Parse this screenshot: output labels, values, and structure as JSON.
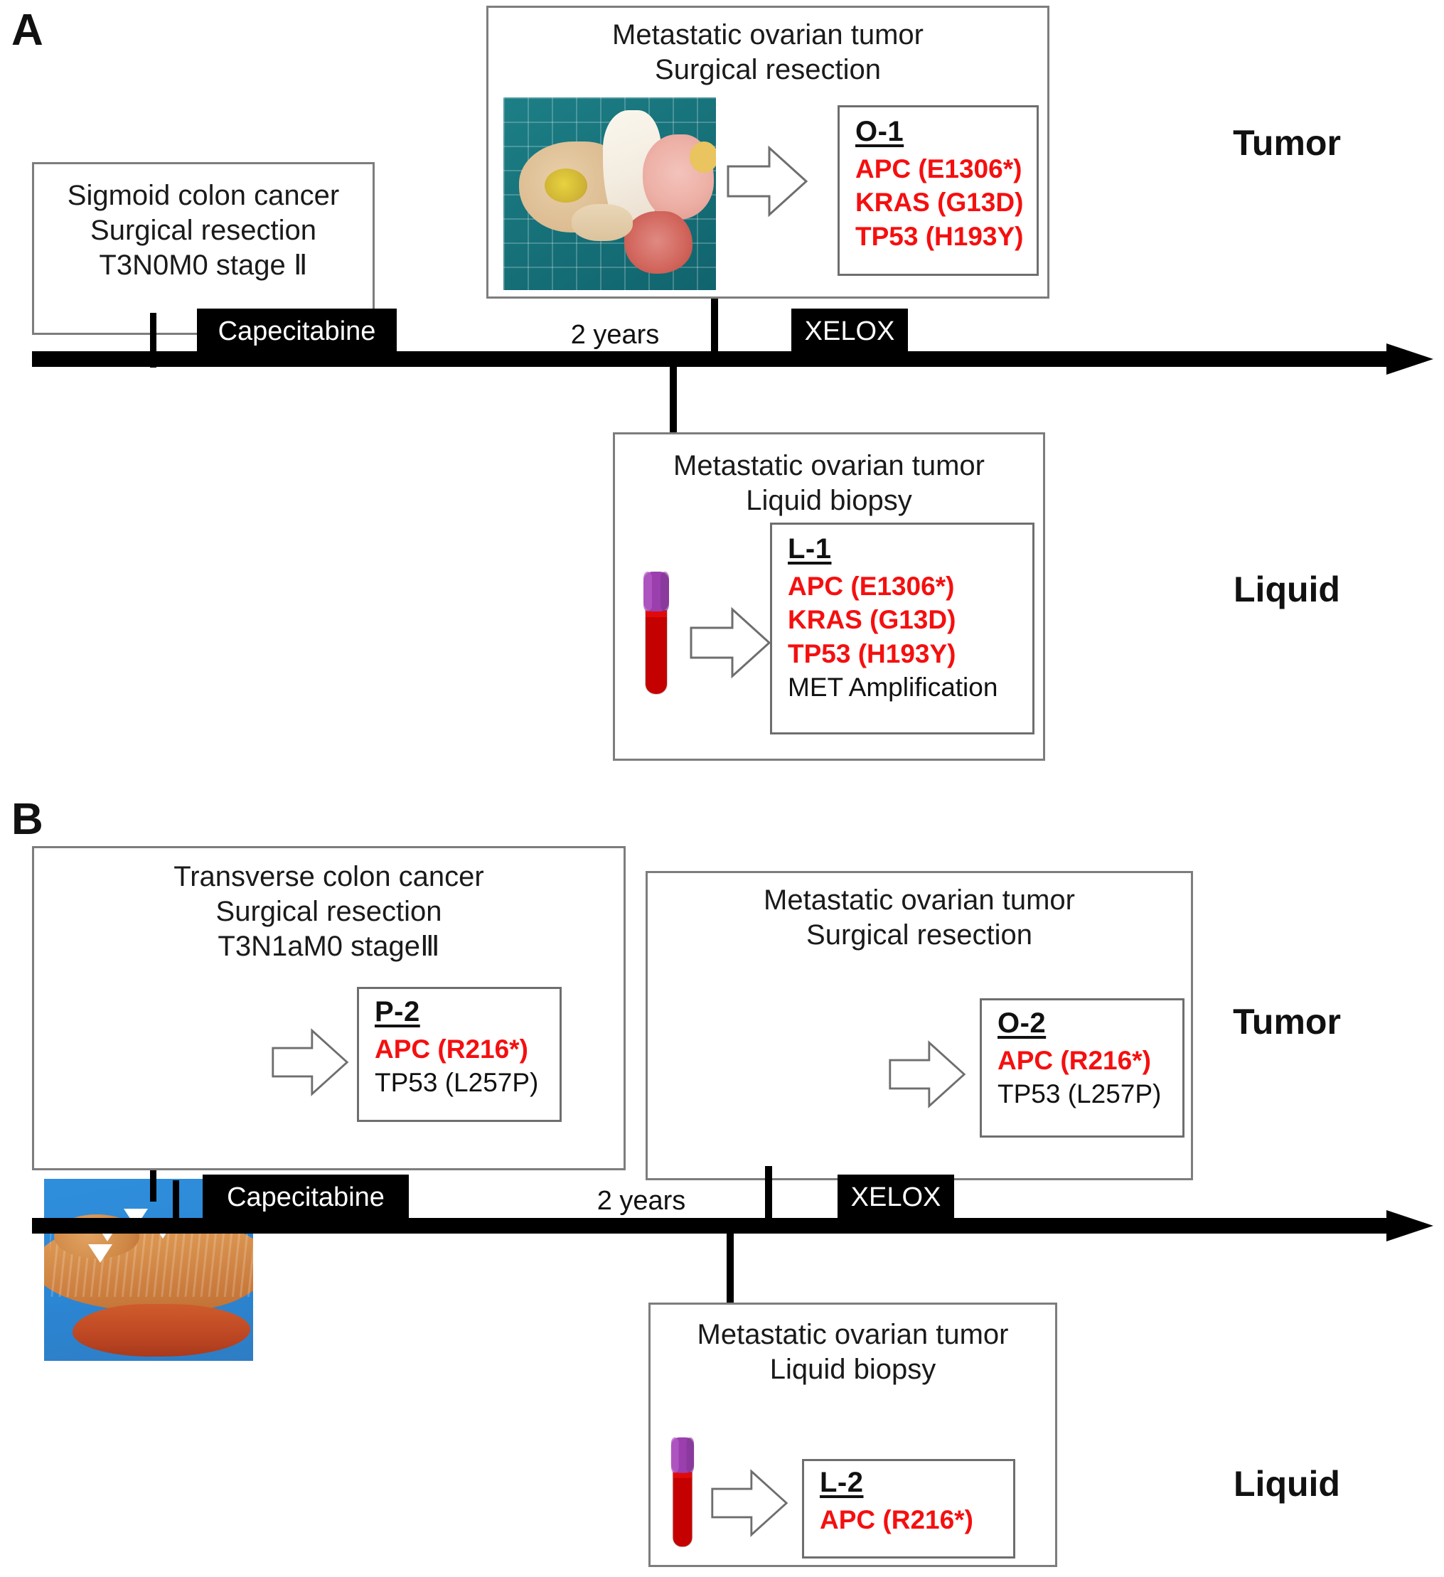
{
  "figure": {
    "panels": [
      {
        "letter": "A",
        "side_labels": {
          "tumor": "Tumor",
          "liquid": "Liquid"
        },
        "primary_box": {
          "lines": [
            "Sigmoid colon cancer",
            "Surgical resection",
            "T3N0M0 stage Ⅱ"
          ]
        },
        "tumor_box": {
          "title_lines": [
            "Metastatic ovarian tumor",
            "Surgical resection"
          ],
          "photo": "ovarian-tumor-specimen-photo",
          "mutations": {
            "id": "O-1",
            "items": [
              {
                "text": "APC (E1306*)",
                "color": "#f50f0f"
              },
              {
                "text": "KRAS (G13D)",
                "color": "#f50f0f"
              },
              {
                "text": "TP53 (H193Y)",
                "color": "#f50f0f"
              }
            ]
          }
        },
        "liquid_box": {
          "title_lines": [
            "Metastatic ovarian tumor",
            "Liquid biopsy"
          ],
          "icon": "blood-collection-tube-icon",
          "mutations": {
            "id": "L-1",
            "items": [
              {
                "text": "APC (E1306*)",
                "color": "#f50f0f"
              },
              {
                "text": "KRAS (G13D)",
                "color": "#f50f0f"
              },
              {
                "text": "TP53 (H193Y)",
                "color": "#f50f0f"
              },
              {
                "text": "MET Amplification",
                "color": "#111111"
              }
            ]
          }
        },
        "timeline": {
          "treatments": [
            "Capecitabine",
            "XELOX"
          ],
          "interval": "2 years"
        }
      },
      {
        "letter": "B",
        "side_labels": {
          "tumor": "Tumor",
          "liquid": "Liquid"
        },
        "primary_box": {
          "title_lines": [
            "Transverse colon cancer",
            "Surgical resection",
            "T3N1aM0 stageⅢ"
          ],
          "photo": "transverse-colon-specimen-photo",
          "mutations": {
            "id": "P-2",
            "items": [
              {
                "text": "APC (R216*)",
                "color": "#f50f0f"
              },
              {
                "text": "TP53 (L257P)",
                "color": "#111111"
              }
            ]
          }
        },
        "tumor_box": {
          "title_lines": [
            "Metastatic ovarian tumor",
            "Surgical resection"
          ],
          "photo": "ovarian-tumor-specimen-photo",
          "mutations": {
            "id": "O-2",
            "items": [
              {
                "text": "APC (R216*)",
                "color": "#f50f0f"
              },
              {
                "text": "TP53 (L257P)",
                "color": "#111111"
              }
            ]
          }
        },
        "liquid_box": {
          "title_lines": [
            "Metastatic ovarian tumor",
            "Liquid biopsy"
          ],
          "icon": "blood-collection-tube-icon",
          "mutations": {
            "id": "L-2",
            "items": [
              {
                "text": "APC (R216*)",
                "color": "#f50f0f"
              }
            ]
          }
        },
        "timeline": {
          "treatments": [
            "Capecitabine",
            "XELOX"
          ],
          "interval": "2 years"
        }
      }
    ],
    "colors": {
      "mutation_red": "#f50f0f",
      "mutation_black": "#111111",
      "timeline_black": "#000000",
      "box_border": "#7d7d7d"
    }
  }
}
